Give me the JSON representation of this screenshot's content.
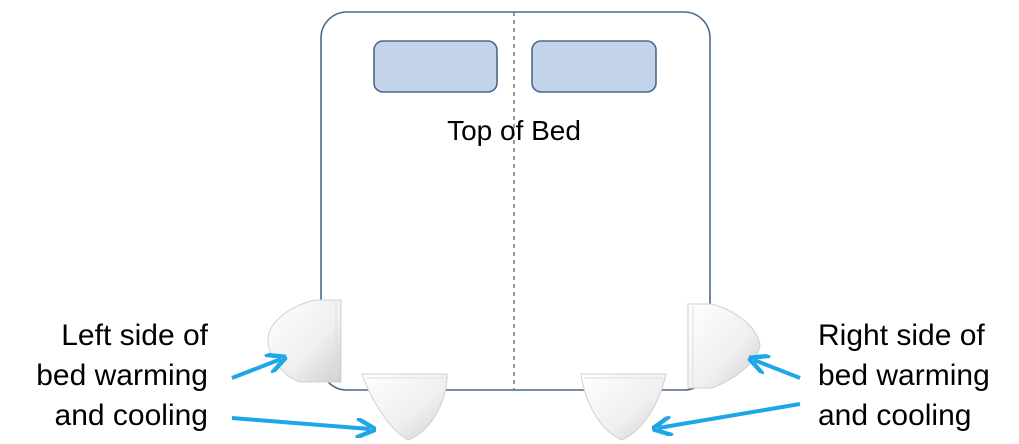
{
  "bed": {
    "top_label": "Top of Bed"
  },
  "labels": {
    "left": [
      "Left side of",
      "bed warming",
      "and cooling"
    ],
    "right": [
      "Right side of",
      "bed warming",
      "and cooling"
    ]
  },
  "colors": {
    "bed_outline": "#4a6a8c",
    "pillow_fill": "#c2d3ea",
    "pillow_stroke": "#4a6a8c",
    "arrow": "#1ea7e6",
    "device_fill": "#f4f4f4",
    "device_shadow": "#cfcfcf"
  },
  "icons": {
    "device": "bed-climate-unit-icon",
    "arrow": "arrow-icon"
  }
}
